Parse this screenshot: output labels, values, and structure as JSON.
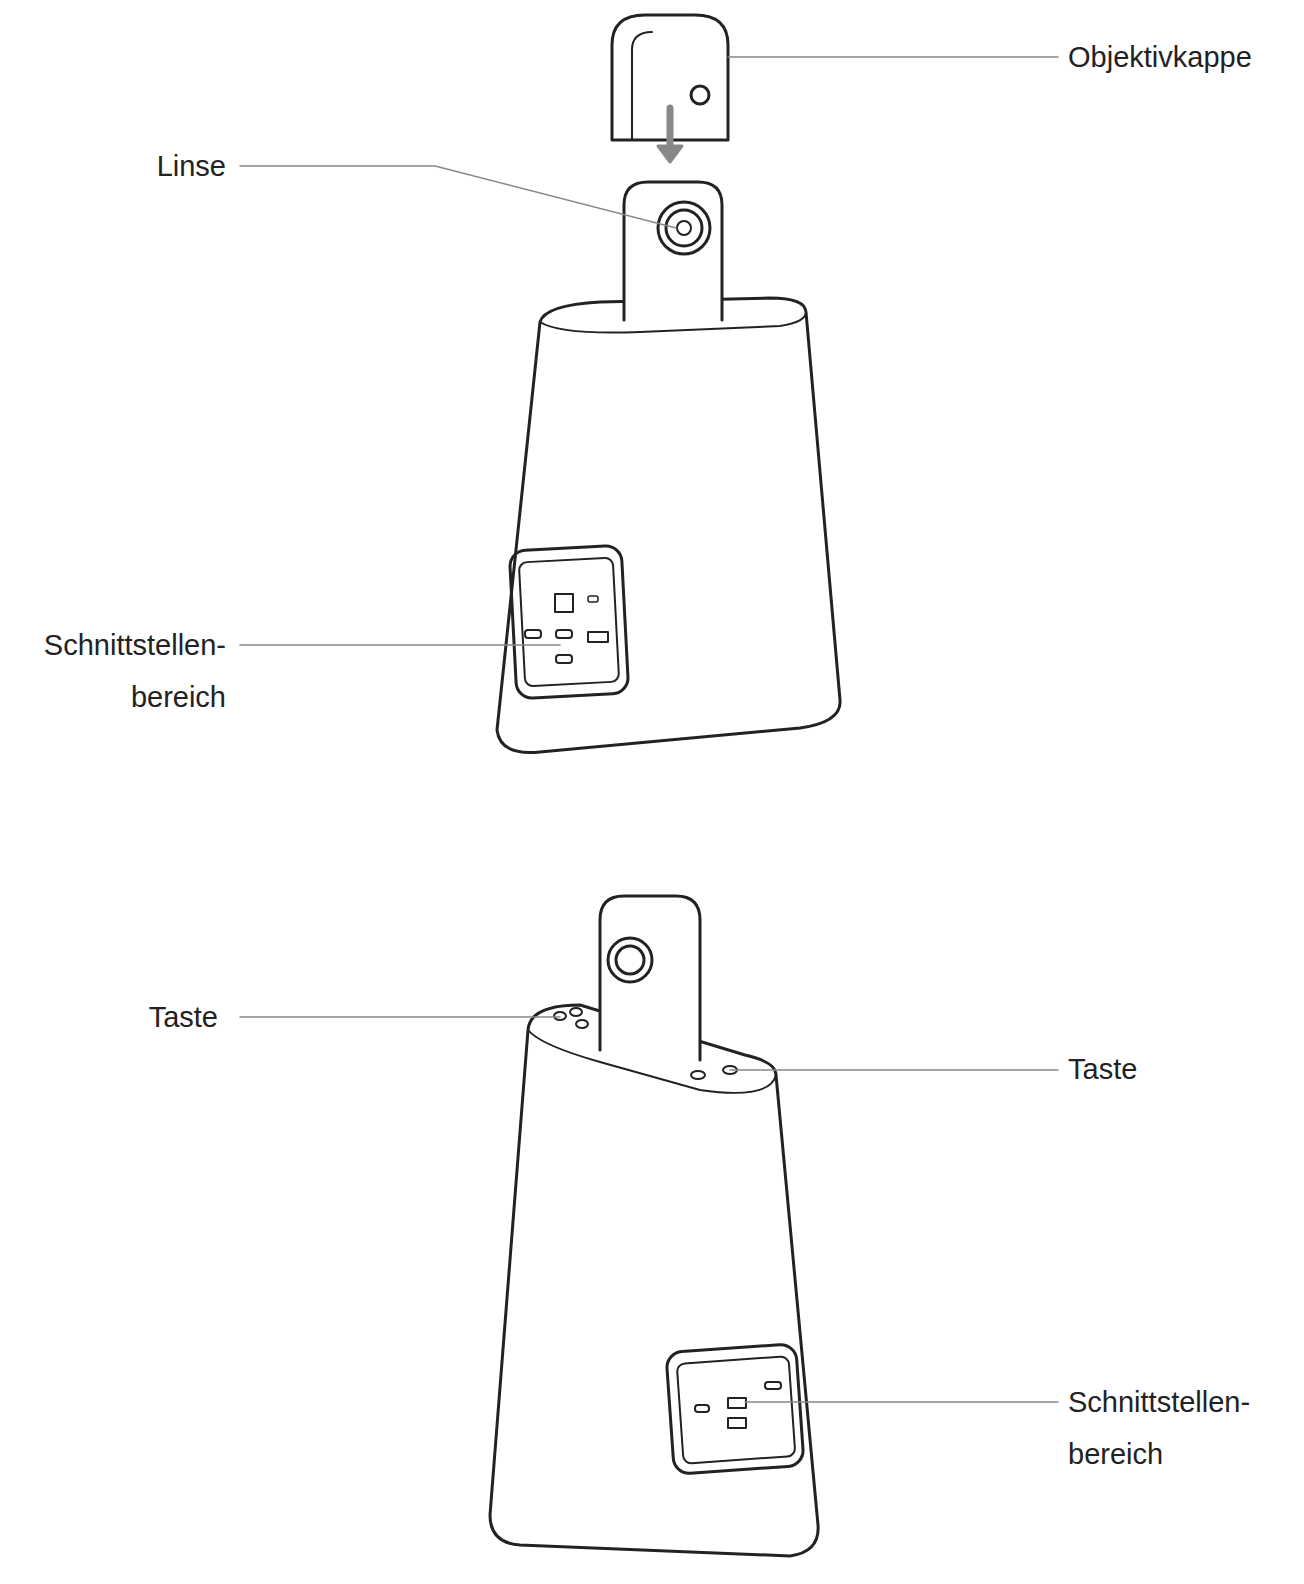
{
  "diagram": {
    "labels": [
      "Objektivkappe",
      "Linse",
      "Schnittstellen- bereich",
      "Taste",
      "Taste",
      "Schnittstellen- bereich"
    ]
  }
}
